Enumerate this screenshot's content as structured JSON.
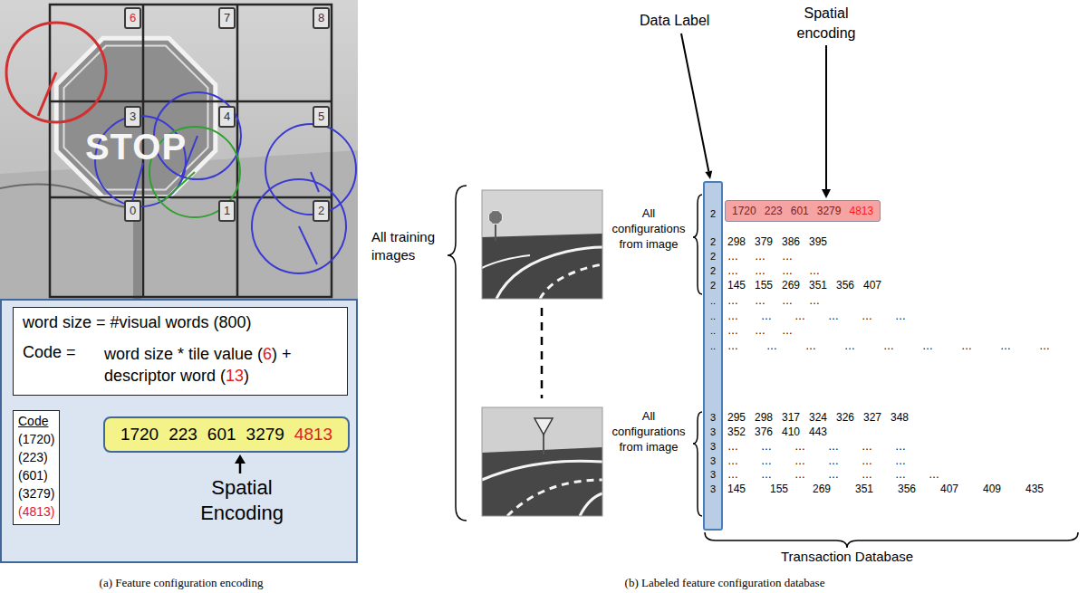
{
  "diagram": {
    "nodes": [
      {
        "text": [
          "6"
        ]
      },
      {
        "text": [
          "7"
        ]
      },
      {
        "text": [
          "8"
        ]
      },
      {
        "text": [
          "3"
        ]
      },
      {
        "text": [
          "4"
        ]
      },
      {
        "text": [
          "5"
        ]
      },
      {
        "text": [
          "0"
        ]
      },
      {
        "text": [
          "1"
        ]
      },
      {
        "text": [
          "2"
        ]
      },
      {
        "text": [
          "Spatial Encoding"
        ]
      },
      {
        "text": [
          "word size = #visual words (800)",
          "Code =",
          "word size * tile value (6) + descriptor word (13)"
        ],
        "in": 9
      },
      {
        "text": [
          "Code",
          "(1720)",
          "(223)",
          "(601)",
          "(3279)",
          "(4813)"
        ],
        "in": 9
      },
      {
        "text": [
          "1720",
          "223",
          "601",
          "3279",
          "4813"
        ],
        "in": 9
      },
      {
        "text": [
          "2",
          "2",
          "2",
          "2",
          "2",
          "..",
          "..",
          "..",
          "..",
          "3",
          "3",
          "3",
          "3",
          "3",
          "3"
        ]
      },
      {
        "text": [
          "1720",
          "223",
          "601",
          "3279",
          "4813"
        ]
      }
    ],
    "labels": [
      "STOP",
      "Data Label",
      "Spatial encoding",
      "All training images",
      "All configurations from image",
      "All configurations from image",
      "298",
      "379",
      "386",
      "395",
      "…",
      "…",
      "…",
      "…",
      "…",
      "…",
      "…",
      "145",
      "155",
      "269",
      "351",
      "356",
      "407",
      "…",
      "…",
      "…",
      "…",
      "…",
      "…",
      "…",
      "…",
      "…",
      "…",
      "…",
      "…",
      "…",
      "…",
      "…",
      "…",
      "…",
      "…",
      "…",
      "…",
      "…",
      "…",
      "295",
      "298",
      "317",
      "324",
      "326",
      "327",
      "348",
      "352",
      "376",
      "410",
      "443",
      "…",
      "…",
      "…",
      "…",
      "…",
      "…",
      "…",
      "…",
      "…",
      "…",
      "…",
      "…",
      "…",
      "…",
      "…",
      "…",
      "…",
      "…",
      "…",
      "145",
      "155",
      "269",
      "351",
      "356",
      "407",
      "409",
      "435",
      "Transaction Database",
      "(a) Feature configuration encoding",
      "(b) Labeled feature configuration database"
    ]
  }
}
